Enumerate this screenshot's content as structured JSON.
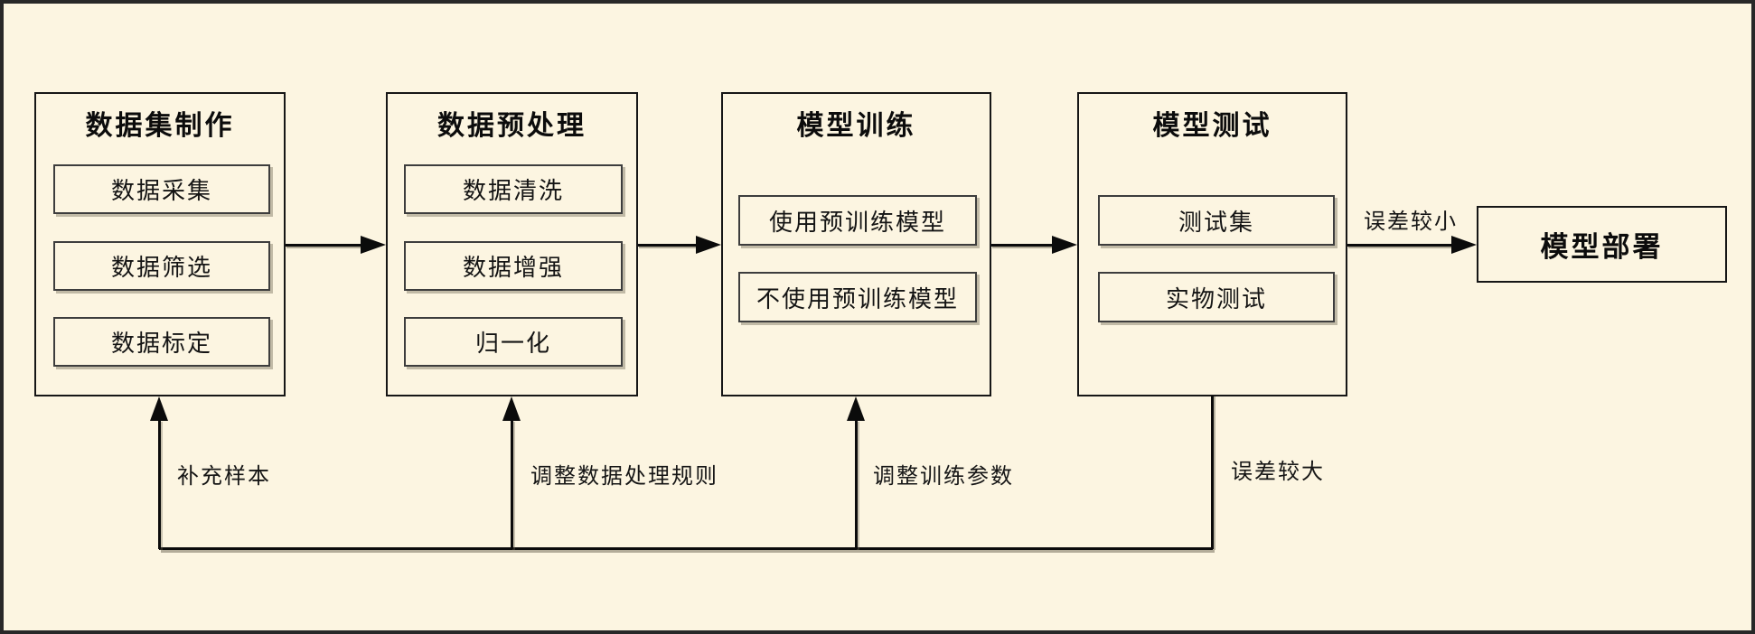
{
  "page": {
    "background_color": "#fcf5e1",
    "line_color": "#0b0b0b",
    "border_color": "#282828"
  },
  "flowchart": {
    "stages": [
      {
        "title": "数据集制作",
        "items": [
          "数据采集",
          "数据筛选",
          "数据标定"
        ]
      },
      {
        "title": "数据预处理",
        "items": [
          "数据清洗",
          "数据增强",
          "归一化"
        ]
      },
      {
        "title": "模型训练",
        "items": [
          "使用预训练模型",
          "不使用预训练模型"
        ]
      },
      {
        "title": "模型测试",
        "items": [
          "测试集",
          "实物测试"
        ]
      }
    ],
    "deployment": {
      "title": "模型部署"
    },
    "labels": {
      "small_error": "误差较小",
      "large_error": "误差较大",
      "supplement_samples": "补充样本",
      "adjust_data_rules": "调整数据处理规则",
      "adjust_train_params": "调整训练参数"
    }
  }
}
